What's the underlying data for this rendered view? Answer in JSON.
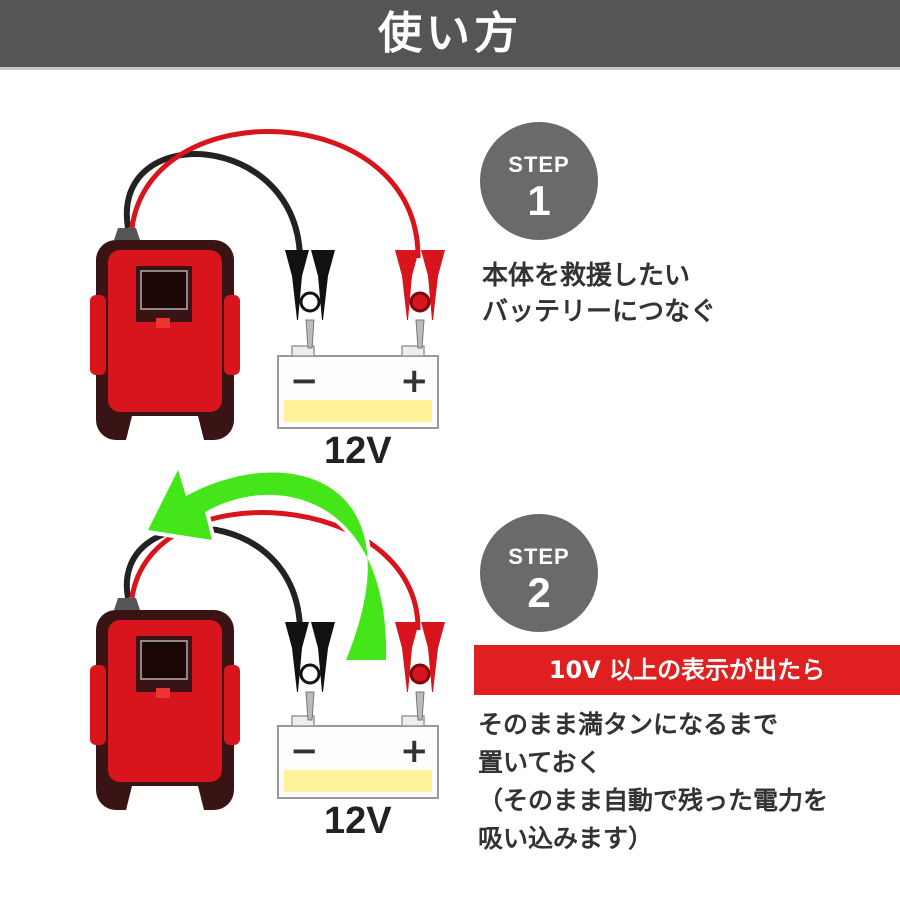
{
  "header": {
    "title": "使い方"
  },
  "steps": [
    {
      "word": "STEP",
      "number": "1",
      "lines": [
        "本体を救援したい",
        "バッテリーにつなぐ"
      ],
      "battery": {
        "voltage": "12V",
        "minus": "−",
        "plus": "+"
      }
    },
    {
      "word": "STEP",
      "number": "2",
      "banner": "10V 以上の表示が出たら",
      "lines": [
        "そのまま満タンになるまで",
        "置いておく",
        "（そのまま自動で残った電力を",
        "吸い込みます）"
      ],
      "battery": {
        "voltage": "12V",
        "minus": "−",
        "plus": "+"
      }
    }
  ],
  "colors": {
    "header_bg": "#555555",
    "badge_bg": "#6a6a6a",
    "banner_bg": "#e02020",
    "device_red": "#d8141c",
    "device_shell": "#3a1414",
    "arrow_green": "#44e61a",
    "battery_charge": "#fff39a"
  },
  "icons": [
    "jump-starter-device-icon",
    "black-clamp-icon",
    "red-clamp-icon",
    "battery-icon",
    "curved-arrow-icon"
  ]
}
